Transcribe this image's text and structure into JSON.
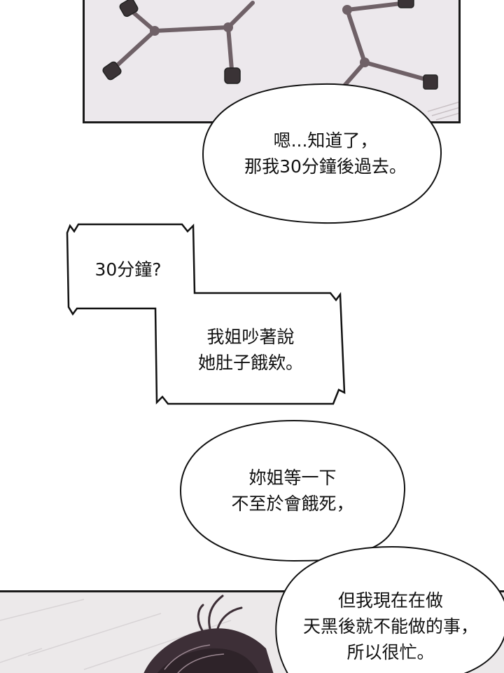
{
  "panels": {
    "top": {
      "background": "#ece8ec",
      "content": "ceiling-lamp"
    },
    "bottom": {
      "background": "#ece9ea",
      "content": "dark-hair-figure"
    }
  },
  "dialogue": {
    "bubble1": {
      "lines": [
        "嗯...知道了，",
        "那我30分鐘後過去。"
      ]
    },
    "bubble2": {
      "lines": [
        "30分鐘?"
      ]
    },
    "bubble3": {
      "lines": [
        "我姐吵著說",
        "她肚子餓欸。"
      ]
    },
    "bubble4": {
      "lines": [
        "妳姐等一下",
        "不至於會餓死，"
      ]
    },
    "bubble5": {
      "lines": [
        "但我現在在做",
        "天黑後就不能做的事，",
        "所以很忙。"
      ]
    }
  },
  "colors": {
    "ink": "#111111",
    "lamp": "#6f6167",
    "bulb": "#3a3336",
    "bubble_fill": "#ffffff"
  }
}
